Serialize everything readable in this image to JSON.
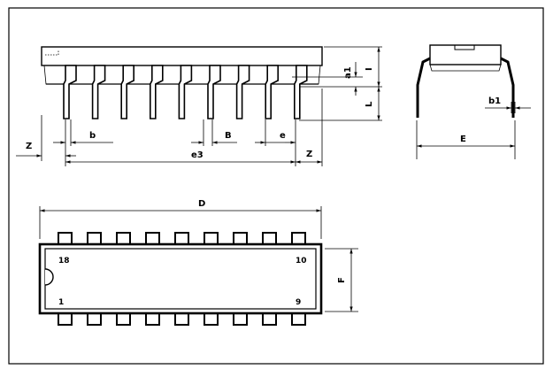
{
  "diagram": {
    "side_view_labels": {
      "Z_left": "Z",
      "b": "b",
      "B": "B",
      "e": "e",
      "e3": "e3",
      "Z_right": "Z",
      "a1": "a1",
      "I": "I",
      "L": "L"
    },
    "end_view_labels": {
      "b1": "b1",
      "E": "E"
    },
    "top_view_labels": {
      "D": "D",
      "F": "F",
      "pin_18": "18",
      "pin_10": "10",
      "pin_1": "1",
      "pin_9": "9"
    },
    "pins_per_side": 9
  }
}
